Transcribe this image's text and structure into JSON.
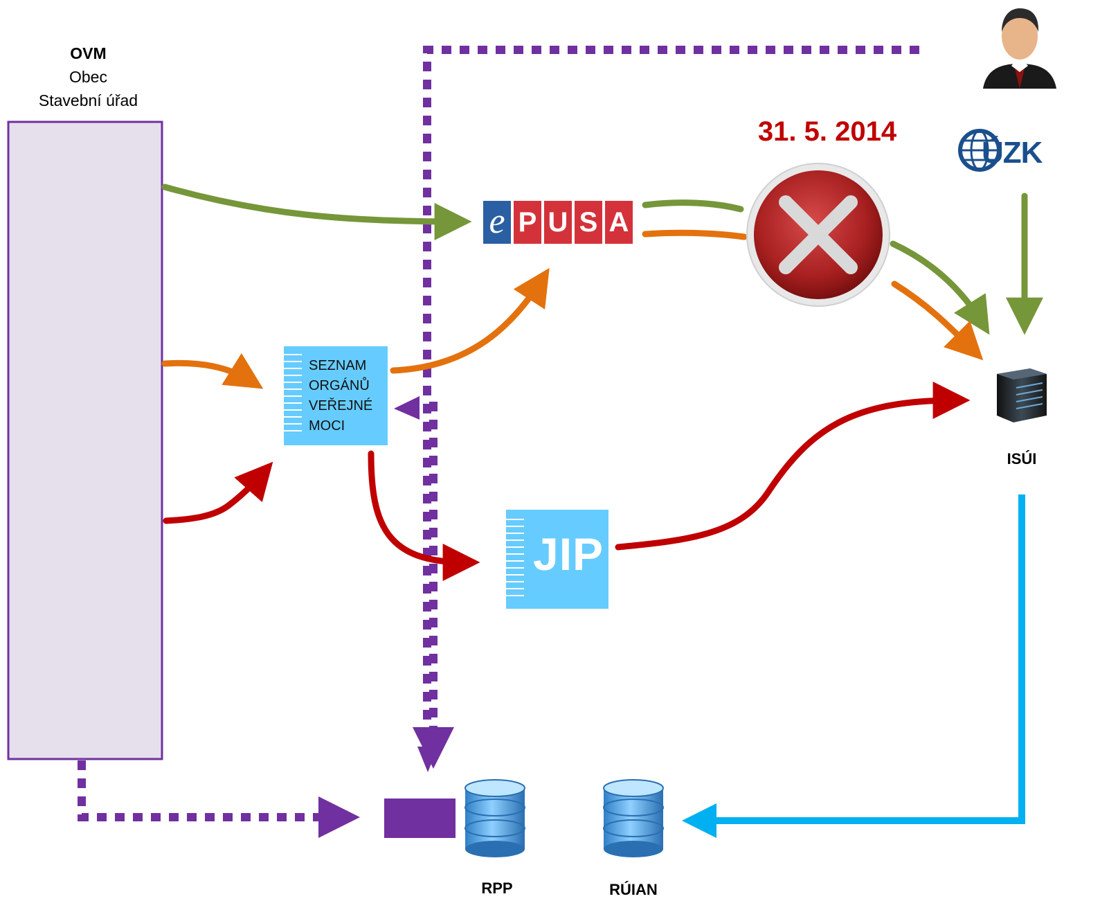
{
  "ovm": {
    "title": "OVM",
    "line1": "Obec",
    "line2": "Stavební úřad"
  },
  "deadline": {
    "text": "31. 5. 2014",
    "color": "#c00000"
  },
  "epusa": {
    "letters": [
      "e",
      "P",
      "U",
      "S",
      "A"
    ]
  },
  "seznam": {
    "lines": [
      "SEZNAM",
      "ORGÁNŮ",
      "VEŘEJNÉ",
      "MOCI"
    ]
  },
  "jip": {
    "label": "JIP"
  },
  "cuzk": {
    "label": "ÚZK"
  },
  "isui": {
    "label": "ISÚI"
  },
  "rpp": {
    "label": "RPP"
  },
  "ruian": {
    "label": "RÚIAN"
  },
  "colors": {
    "green": "#76963a",
    "orange": "#e3720e",
    "red": "#c00000",
    "purple": "#7030a0",
    "blue": "#00b0f0",
    "light_blue_box": "#66ccff",
    "ovm_fill": "#e6dfec"
  },
  "icons": [
    "user-icon",
    "server-icon",
    "database-icon",
    "cancel-icon",
    "globe-icon"
  ]
}
